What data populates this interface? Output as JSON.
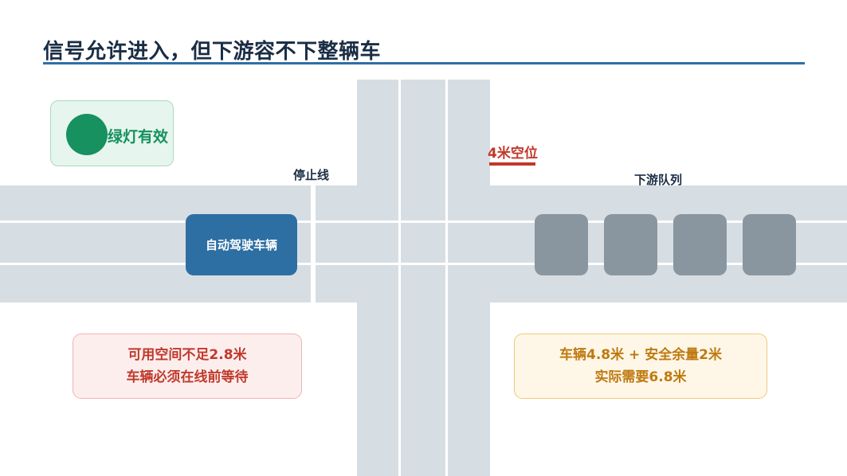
{
  "title": "信号允许进入，但下游容不下整辆车",
  "signal": {
    "label": "绿灯有效",
    "icon": "green-light-icon",
    "color": "#16915f"
  },
  "stop_line_label": "停止线",
  "gap_label": "4米空位",
  "queue_label": "下游队列",
  "av_label": "自动驾驶车辆",
  "queue_vehicle_count": 4,
  "warning_box": {
    "line1": "可用空间不足2.8米",
    "line2": "车辆必须在线前等待"
  },
  "calc_box": {
    "line1": "车辆4.8米 + 安全余量2米",
    "line2": "实际需要6.8米"
  },
  "colors": {
    "title": "#1a2d45",
    "accent_rule": "#2f6fa5",
    "road": "#d7dee3",
    "av": "#2e6fa3",
    "queue_vehicle": "#89969f",
    "warning": "#c0392b",
    "calc": "#bf7a10"
  }
}
